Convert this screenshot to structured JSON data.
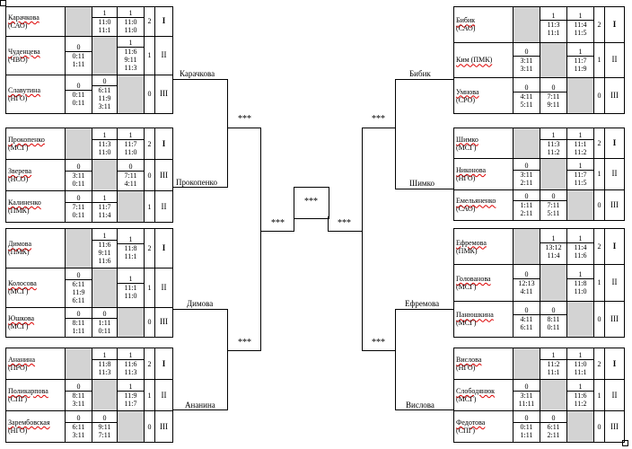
{
  "groups": [
    {
      "id": "g1",
      "rows": [
        {
          "name": "Карачкова",
          "region": "(САО)",
          "c": [
            null,
            {
              "t": "1",
              "b": [
                "11:0",
                "11:1"
              ]
            },
            {
              "t": "1",
              "b": [
                "11:0",
                "11:0"
              ]
            }
          ],
          "pts": "2",
          "place": "I"
        },
        {
          "name": "Чуденцева",
          "region": "(ЧВО)",
          "c": [
            {
              "t": "0",
              "b": [
                "0:11",
                "1:11"
              ]
            },
            null,
            {
              "t": "1",
              "b": [
                "11:6",
                "9:11",
                "11:3"
              ]
            }
          ],
          "pts": "1",
          "place": "II"
        },
        {
          "name": "Славутина",
          "region": "(НГО)",
          "c": [
            {
              "t": "0",
              "b": [
                "0:11",
                "0:11"
              ]
            },
            {
              "t": "0",
              "b": [
                "6:11",
                "11:9",
                "3:11"
              ]
            },
            null
          ],
          "pts": "0",
          "place": "III"
        }
      ]
    },
    {
      "id": "g2",
      "rows": [
        {
          "name": "Прокопенко",
          "region": "(МСГ)",
          "c": [
            null,
            {
              "t": "1",
              "b": [
                "11:3",
                "11:0"
              ]
            },
            {
              "t": "1",
              "b": [
                "11:7",
                "11:0"
              ]
            }
          ],
          "pts": "2",
          "place": "I"
        },
        {
          "name": "Зверева",
          "region": "(НСО)",
          "c": [
            {
              "t": "0",
              "b": [
                "3:11",
                "0:11"
              ]
            },
            null,
            {
              "t": "0",
              "b": [
                "7:11",
                "4:11"
              ]
            }
          ],
          "pts": "0",
          "place": "III"
        },
        {
          "name": "Калиненко",
          "region": "(ПМК)",
          "c": [
            {
              "t": "0",
              "b": [
                "7:11",
                "0:11"
              ]
            },
            {
              "t": "1",
              "b": [
                "11:7",
                "11:4"
              ]
            },
            null
          ],
          "pts": "1",
          "place": "II"
        }
      ]
    },
    {
      "id": "g3",
      "rows": [
        {
          "name": "Димова",
          "region": "(ПМК)",
          "c": [
            null,
            {
              "t": "1",
              "b": [
                "11:6",
                "9:11",
                "11:6"
              ]
            },
            {
              "t": "1",
              "b": [
                "11:8",
                "11:1"
              ]
            }
          ],
          "pts": "2",
          "place": "I"
        },
        {
          "name": "Колосова",
          "region": "(МСГ)",
          "c": [
            {
              "t": "0",
              "b": [
                "6:11",
                "11:9",
                "6:11"
              ]
            },
            null,
            {
              "t": "1",
              "b": [
                "11:1",
                "11:0"
              ]
            }
          ],
          "pts": "1",
          "place": "II"
        },
        {
          "name": "Юшкова",
          "region": "(МСГ)",
          "c": [
            {
              "t": "0",
              "b": [
                "8:11",
                "1:11"
              ]
            },
            {
              "t": "0",
              "b": [
                "1:11",
                "0:11"
              ]
            },
            null
          ],
          "pts": "0",
          "place": "III"
        }
      ]
    },
    {
      "id": "g4",
      "rows": [
        {
          "name": "Ананина",
          "region": "(ПРО)",
          "c": [
            null,
            {
              "t": "1",
              "b": [
                "11:8",
                "11:3"
              ]
            },
            {
              "t": "1",
              "b": [
                "11:6",
                "11:3"
              ]
            }
          ],
          "pts": "2",
          "place": "I"
        },
        {
          "name": "Поликарпова",
          "region": "(СПГ)",
          "c": [
            {
              "t": "0",
              "b": [
                "8:11",
                "3:11"
              ]
            },
            null,
            {
              "t": "1",
              "b": [
                "11:9",
                "11:7"
              ]
            }
          ],
          "pts": "1",
          "place": "II"
        },
        {
          "name": "Зарембовская",
          "region": "(НГО)",
          "c": [
            {
              "t": "0",
              "b": [
                "6:11",
                "3:11"
              ]
            },
            {
              "t": "0",
              "b": [
                "9:11",
                "7:11"
              ]
            },
            null
          ],
          "pts": "0",
          "place": "III"
        }
      ]
    },
    {
      "id": "g5",
      "rows": [
        {
          "name": "Бибик",
          "region": "(САО)",
          "c": [
            null,
            {
              "t": "1",
              "b": [
                "11:3",
                "11:1"
              ]
            },
            {
              "t": "1",
              "b": [
                "11:4",
                "11:5"
              ]
            }
          ],
          "pts": "2",
          "place": "I"
        },
        {
          "name": "Ким (ПМК)",
          "region": "",
          "c": [
            {
              "t": "0",
              "b": [
                "3:11",
                "3:11"
              ]
            },
            null,
            {
              "t": "1",
              "b": [
                "11:7",
                "11:9"
              ]
            }
          ],
          "pts": "1",
          "place": "II"
        },
        {
          "name": "Умнова",
          "region": "(СРО)",
          "c": [
            {
              "t": "0",
              "b": [
                "4:11",
                "5:11"
              ]
            },
            {
              "t": "0",
              "b": [
                "7:11",
                "9:11"
              ]
            },
            null
          ],
          "pts": "0",
          "place": "III"
        }
      ]
    },
    {
      "id": "g6",
      "rows": [
        {
          "name": "Шимко",
          "region": "(МСГ)",
          "c": [
            null,
            {
              "t": "1",
              "b": [
                "11:3",
                "11:2"
              ]
            },
            {
              "t": "1",
              "b": [
                "11:1",
                "11:2"
              ]
            }
          ],
          "pts": "2",
          "place": "I"
        },
        {
          "name": "Никонова",
          "region": "(НГО)",
          "c": [
            {
              "t": "0",
              "b": [
                "3:11",
                "2:11"
              ]
            },
            null,
            {
              "t": "1",
              "b": [
                "11:7",
                "11:5"
              ]
            }
          ],
          "pts": "1",
          "place": "II"
        },
        {
          "name": "Емельяненко",
          "region": "(САО)",
          "c": [
            {
              "t": "0",
              "b": [
                "1:11",
                "2:11"
              ]
            },
            {
              "t": "0",
              "b": [
                "7:11",
                "5:11"
              ]
            },
            null
          ],
          "pts": "0",
          "place": "III"
        }
      ]
    },
    {
      "id": "g7",
      "rows": [
        {
          "name": "Ефремова",
          "region": "(ПМК)",
          "c": [
            null,
            {
              "t": "1",
              "b": [
                "13:12",
                "11:4"
              ]
            },
            {
              "t": "1",
              "b": [
                "11:4",
                "11:6"
              ]
            }
          ],
          "pts": "2",
          "place": "I"
        },
        {
          "name": "Голованова",
          "region": "(МСГ)",
          "c": [
            {
              "t": "0",
              "b": [
                "12:13",
                "4:11"
              ]
            },
            null,
            {
              "t": "1",
              "b": [
                "11:8",
                "11:0"
              ]
            }
          ],
          "pts": "1",
          "place": "II"
        },
        {
          "name": "Панюшкина",
          "region": "(МСГ)",
          "c": [
            {
              "t": "0",
              "b": [
                "4:11",
                "6:11"
              ]
            },
            {
              "t": "0",
              "b": [
                "8:11",
                "0:11"
              ]
            },
            null
          ],
          "pts": "0",
          "place": "III"
        }
      ]
    },
    {
      "id": "g8",
      "rows": [
        {
          "name": "Вислова",
          "region": "(НГО)",
          "c": [
            null,
            {
              "t": "1",
              "b": [
                "11:2",
                "11:1"
              ]
            },
            {
              "t": "1",
              "b": [
                "11:0",
                "11:1"
              ]
            }
          ],
          "pts": "2",
          "place": "I"
        },
        {
          "name": "Слободянюк",
          "region": "(МСГ)",
          "c": [
            {
              "t": "0",
              "b": [
                "3:11",
                "11:11"
              ]
            },
            null,
            {
              "t": "1",
              "b": [
                "11:6",
                "11:2"
              ]
            }
          ],
          "pts": "1",
          "place": "II"
        },
        {
          "name": "Федотова",
          "region": "(СПГ)",
          "c": [
            {
              "t": "0",
              "b": [
                "0:11",
                "1:11"
              ]
            },
            {
              "t": "0",
              "b": [
                "6:11",
                "2:11"
              ]
            },
            null
          ],
          "pts": "0",
          "place": "III"
        }
      ]
    }
  ],
  "bracket": {
    "w1": "Карачкова",
    "w2": "Прокопенко",
    "w3": "Димова",
    "w4": "Ананина",
    "w5": "Бибик",
    "w6": "Шимко",
    "w7": "Ефремова",
    "w8": "Вислова",
    "tbd": "***"
  }
}
